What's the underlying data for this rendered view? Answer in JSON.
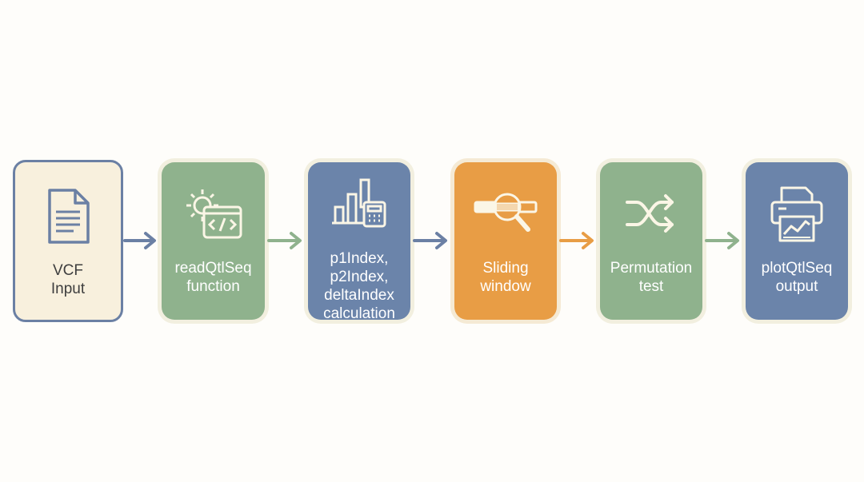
{
  "diagram": {
    "steps": [
      {
        "id": "vcf-input",
        "lines": [
          "VCF",
          "Input"
        ],
        "icon": "document-icon"
      },
      {
        "id": "readqtlseq",
        "lines": [
          "readQtlSeq",
          "function"
        ],
        "icon": "gear-code-icon"
      },
      {
        "id": "index-calc",
        "lines": [
          "p1Index,",
          "p2Index,",
          "deltaIndex",
          "calculation"
        ],
        "icon": "chart-calculator-icon"
      },
      {
        "id": "sliding-window",
        "lines": [
          "Sliding",
          "window"
        ],
        "icon": "magnifier-slider-icon"
      },
      {
        "id": "permutation",
        "lines": [
          "Permutation",
          "test"
        ],
        "icon": "shuffle-icon"
      },
      {
        "id": "plot-output",
        "lines": [
          "plotQtlSeq",
          "output"
        ],
        "icon": "printer-chart-icon"
      }
    ],
    "colors": {
      "input_fill": "#f8f0dd",
      "input_border": "#6b80a4",
      "green": "#8fb28d",
      "blue": "#6b84aa",
      "orange": "#e89d45",
      "arrow_blue": "#6b80a4",
      "arrow_green": "#8fb28d",
      "arrow_orange": "#e89d45"
    }
  }
}
